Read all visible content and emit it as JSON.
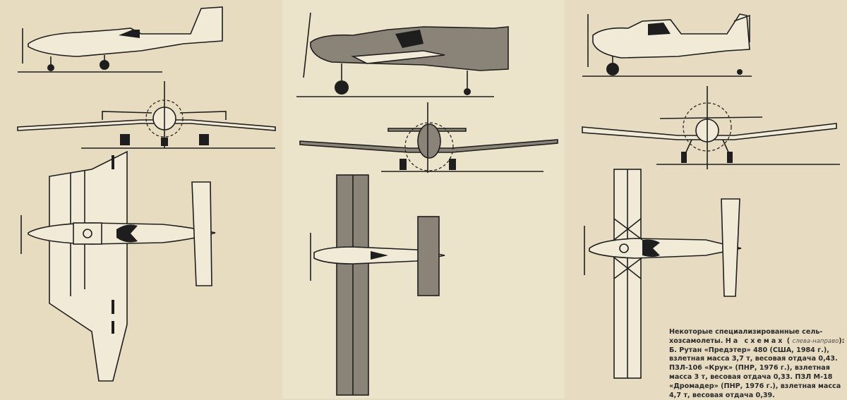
{
  "aircraft": [
    {
      "name": "Б. Рутан «Предэтер» 480"
    },
    {
      "name": "ПЗЛ-106 «Крук»"
    },
    {
      "name": "ПЗЛ М-18 «Дромадер»"
    }
  ],
  "caption": {
    "line1": "Некоторые специализированные сель-",
    "line2a": "хозсамолеты. ",
    "line2b": "На схемах",
    "line2c": " ( ",
    "line2d": "слева-направо",
    "line2e": "):",
    "line3": "Б. Рутан «Предэтер» 480 (США, 1984 г.),",
    "line4": "взлетная масса 3,7 т, весовая отдача 0,43.",
    "line5": "ПЗЛ-106 «Крук» (ПНР, 1976 г.), взлетная",
    "line6": "масса 3 т, весовая отдача 0,33. ПЗЛ М-18",
    "line7": "«Дромадер» (ПНР, 1976 г.), взлетная масса",
    "line8": "4,7 т, весовая отдача 0,39."
  },
  "colors": {
    "paper": "#e8dcc0",
    "ink": "#1e1e1e"
  }
}
